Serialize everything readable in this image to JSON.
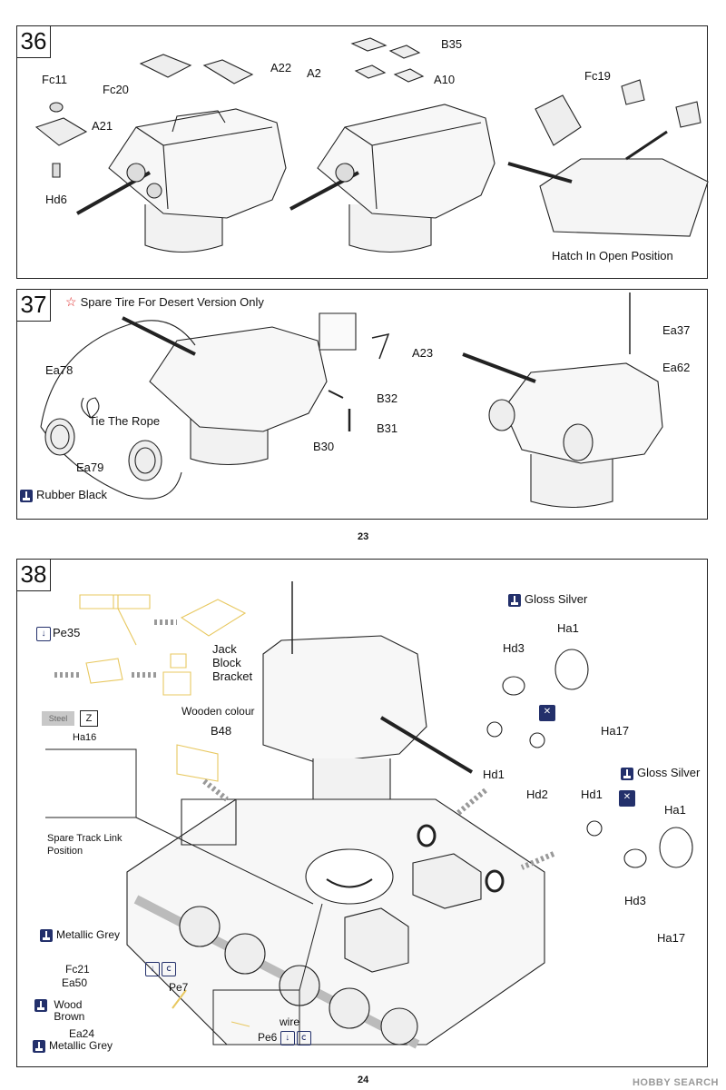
{
  "steps": {
    "s36": {
      "number": "36",
      "labels": {
        "fc11": "Fc11",
        "fc20": "Fc20",
        "a22": "A22",
        "a21": "A21",
        "hd6": "Hd6",
        "b35": "B35",
        "a2": "A2",
        "a10": "A10",
        "fc19": "Fc19",
        "hatch_open": "Hatch In Open Position"
      }
    },
    "s37": {
      "number": "37",
      "note": "Spare Tire For Desert Version Only",
      "labels": {
        "ea78": "Ea78",
        "tie_rope": "Tie The Rope",
        "ea79": "Ea79",
        "rubber_black": "Rubber Black",
        "a23": "A23",
        "b32": "B32",
        "b30": "B30",
        "b31": "B31",
        "ea37": "Ea37",
        "ea62": "Ea62"
      }
    },
    "s38": {
      "number": "38",
      "labels": {
        "pe35": "Pe35",
        "jack_block_1": "Jack",
        "jack_block_2": "Block",
        "jack_block_3": "Bracket",
        "wooden_colour": "Wooden colour",
        "b48": "B48",
        "z": "Z",
        "grey_tag": "Steel",
        "ha16": "Ha16",
        "spare_track_1": "Spare Track Link",
        "spare_track_2": "Position",
        "gloss_silver_1": "Gloss Silver",
        "ha1_a": "Ha1",
        "hd3_a": "Hd3",
        "hd1_a": "Hd1",
        "hd2": "Hd2",
        "ha17_a": "Ha17",
        "gloss_silver_2": "Gloss Silver",
        "hd1_b": "Hd1",
        "ha1_b": "Ha1",
        "hd3_b": "Hd3",
        "ha17_b": "Ha17",
        "metallic_grey_1": "Metallic Grey",
        "fc21": "Fc21",
        "ea50": "Ea50",
        "pe7": "Pe7",
        "wood_brown_1": "Wood",
        "wood_brown_2": "Brown",
        "ea24": "Ea24",
        "metallic_grey_2": "Metallic Grey",
        "wire": "wire",
        "pe6": "Pe6"
      }
    }
  },
  "pages": {
    "p23": "23",
    "p24": "24"
  },
  "watermark": "HOBBY SEARCH",
  "colors": {
    "paint_icon": "#23306b",
    "star": "#d22222",
    "photo_etch": "#e8c860",
    "line": "#222222"
  }
}
